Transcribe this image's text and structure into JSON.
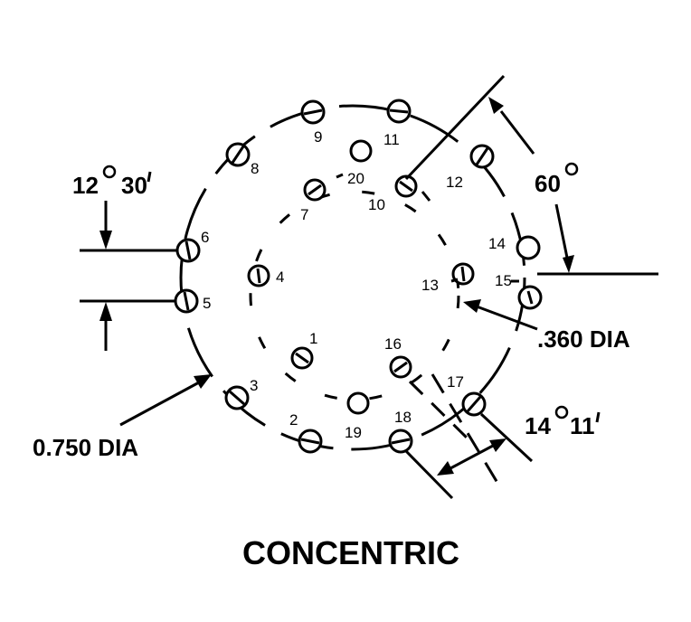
{
  "title": "CONCENTRIC",
  "dimensions": {
    "angle_spacing": {
      "deg": "12",
      "min": "30"
    },
    "angle_60": {
      "deg": "60"
    },
    "angle_14": {
      "deg": "14",
      "min": "11"
    },
    "outer_dia": "0.750 DIA",
    "contact_dia": ".360 DIA"
  },
  "contacts": [
    "1",
    "2",
    "3",
    "4",
    "5",
    "6",
    "7",
    "8",
    "9",
    "10",
    "11",
    "12",
    "13",
    "14",
    "15",
    "16",
    "17",
    "18",
    "19",
    "20"
  ],
  "colors": {
    "ink": "#000000",
    "paper": "#ffffff"
  }
}
